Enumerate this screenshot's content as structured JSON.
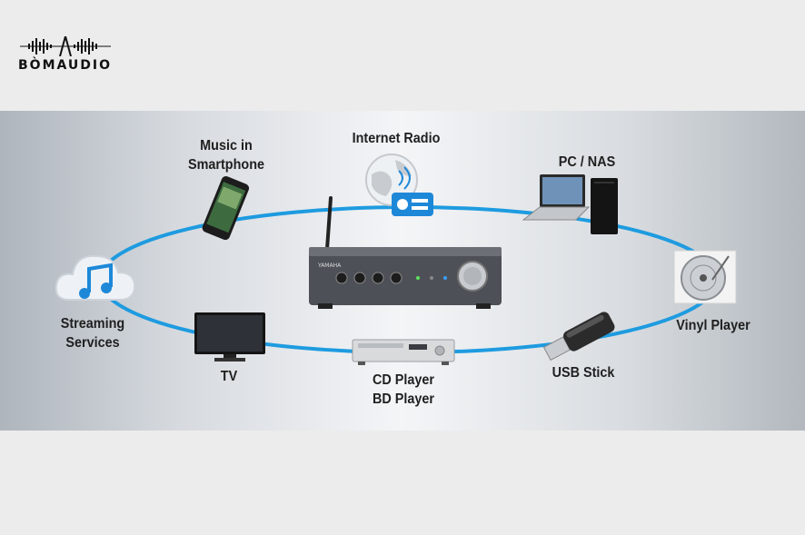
{
  "logo": {
    "text": "BÒMAUDIO"
  },
  "colors": {
    "ring": "#1e9be0",
    "amp": "#4d5157",
    "accent": "#1e88d8"
  },
  "devices": [
    {
      "id": "smartphone",
      "label_lines": [
        "Music in",
        "Smartphone"
      ],
      "icon": "smartphone-icon"
    },
    {
      "id": "internet-radio",
      "label_lines": [
        "Internet Radio"
      ],
      "icon": "internet-radio-icon"
    },
    {
      "id": "pc-nas",
      "label_lines": [
        "PC / NAS"
      ],
      "icon": "laptop-nas-icon"
    },
    {
      "id": "streaming",
      "label_lines": [
        "Streaming",
        "Services"
      ],
      "icon": "cloud-music-icon"
    },
    {
      "id": "vinyl",
      "label_lines": [
        "Vinyl Player"
      ],
      "icon": "vinyl-record-icon"
    },
    {
      "id": "tv",
      "label_lines": [
        "TV"
      ],
      "icon": "tv-icon"
    },
    {
      "id": "cd-bd",
      "label_lines": [
        "CD Player",
        "BD Player"
      ],
      "icon": "cd-player-icon"
    },
    {
      "id": "usb",
      "label_lines": [
        "USB Stick"
      ],
      "icon": "usb-stick-icon"
    }
  ],
  "center": {
    "icon": "network-amplifier-icon",
    "brand": "YAMAHA"
  }
}
